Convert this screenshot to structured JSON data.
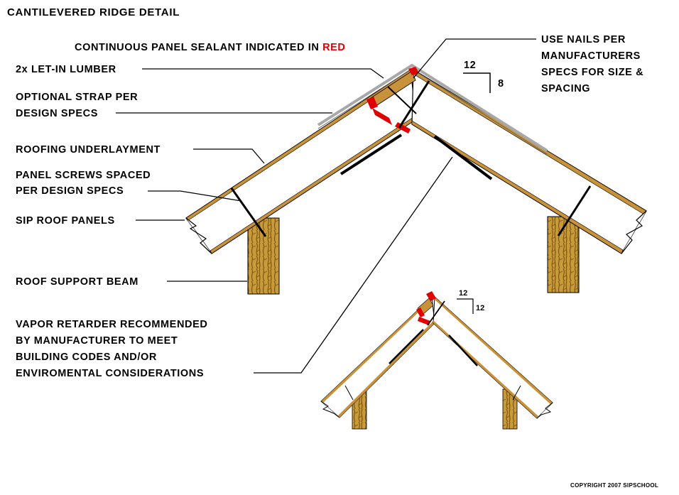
{
  "title": "CANTILEVERED RIDGE DETAIL",
  "sealant_note": {
    "prefix": "CONTINUOUS PANEL SEALANT INDICATED IN ",
    "highlight": "RED",
    "highlight_color": "#e00000"
  },
  "labels": {
    "let_in_lumber": "2x LET-IN LUMBER",
    "optional_strap_1": "OPTIONAL STRAP PER",
    "optional_strap_2": "DESIGN SPECS",
    "roofing_underlayment": "ROOFING UNDERLAYMENT",
    "panel_screws_1": "PANEL SCREWS SPACED",
    "panel_screws_2": "PER DESIGN SPECS",
    "sip_roof_panels": "SIP ROOF PANELS",
    "roof_support_beam": "ROOF SUPPORT BEAM",
    "vapor_1": "VAPOR RETARDER RECOMMENDED",
    "vapor_2": "BY MANUFACTURER TO MEET",
    "vapor_3": "BUILDING CODES AND/OR",
    "vapor_4": "ENVIROMENTAL CONSIDERATIONS",
    "nails_1": "USE NAILS PER",
    "nails_2": "MANUFACTURERS",
    "nails_3": "SPECS FOR SIZE &",
    "nails_4": "SPACING"
  },
  "pitch_main": {
    "run": "12",
    "rise": "8"
  },
  "pitch_small": {
    "run": "12",
    "rise": "12"
  },
  "copyright": "COPYRIGHT 2007 SIPSCHOOL",
  "colors": {
    "sealant": "#e00000",
    "osb": "#c8923a",
    "beam": "#c89a3a",
    "beam_grain": "#6a4a12",
    "roofing": "#a8a8a8",
    "panel_core": "#ffffff"
  }
}
